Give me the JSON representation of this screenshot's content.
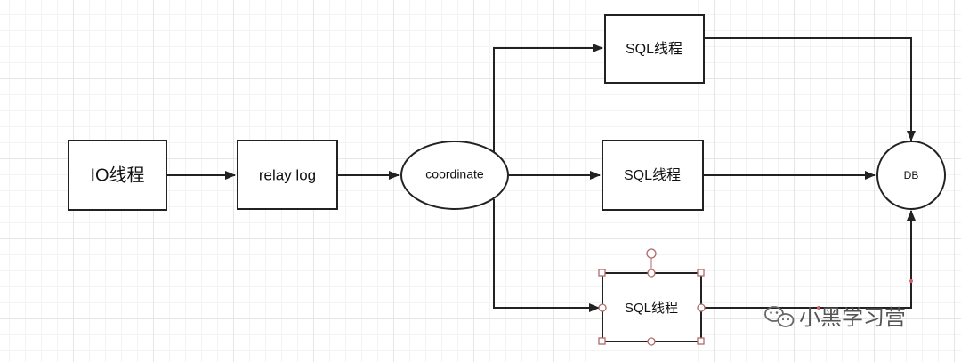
{
  "nodes": {
    "io_thread": "IO线程",
    "relay_log": "relay log",
    "coordinate": "coordinate",
    "sql_thread_1": "SQL线程",
    "sql_thread_2": "SQL线程",
    "sql_thread_3": "SQL线程",
    "db": "DB"
  },
  "watermark": {
    "text": "小黑学习营",
    "icon": "wechat-icon"
  },
  "colors": {
    "stroke": "#222222",
    "selection": "#b06a6a",
    "grid": "#e6e6e6"
  }
}
